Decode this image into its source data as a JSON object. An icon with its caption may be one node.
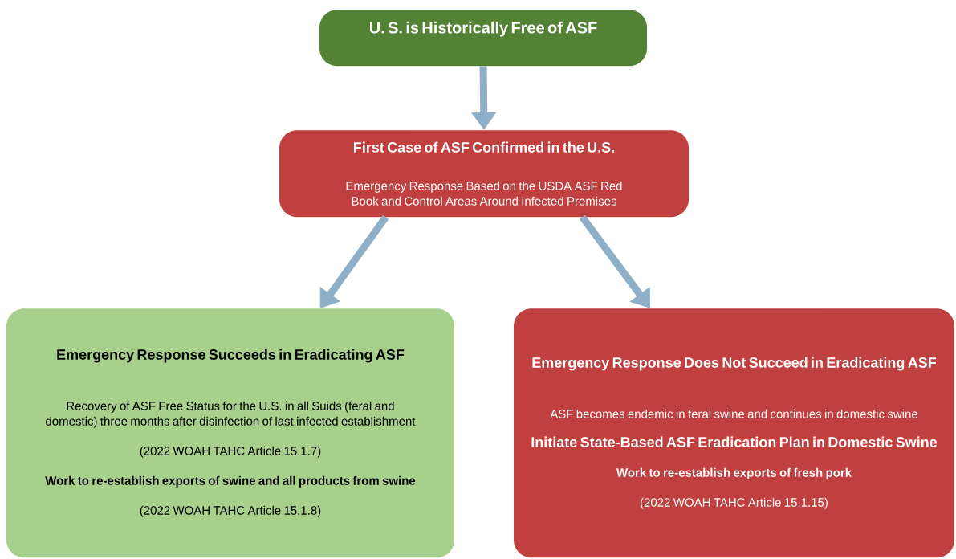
{
  "diagram": {
    "nodes": [
      {
        "text": [
          "U. S. is Historically Free of ASF"
        ]
      },
      {
        "text": [
          "First Case of ASF Confirmed in the U.S.",
          "Emergency Response Based on the USDA ASF Red Book and Control Areas Around Infected Premises"
        ]
      },
      {
        "text": [
          "Emergency Response Succeeds in Eradicating ASF",
          "Recovery of ASF Free Status for the U.S. in all Suids (feral and domestic) three months after disinfection of last infected establishment",
          "(2022 WOAH TAHC Article 15.1.7)",
          "Work to re-establish exports of swine and all products from swine",
          "(2022 WOAH TAHC Article 15.1.8)"
        ]
      },
      {
        "text": [
          "Emergency Response Does Not Succeed in Eradicating ASF",
          "ASF becomes endemic in feral swine and continues in domestic swine",
          "Initiate State-Based ASF Eradication Plan in Domestic Swine",
          "Work to re-establish exports of fresh pork",
          "(2022 WOAH TAHC Article 15.1.15)"
        ]
      }
    ],
    "edges": [
      {
        "from": 0,
        "to": 1,
        "arrow": "to"
      },
      {
        "from": 1,
        "to": 2,
        "arrow": "to"
      },
      {
        "from": 1,
        "to": 3,
        "arrow": "to"
      }
    ]
  }
}
